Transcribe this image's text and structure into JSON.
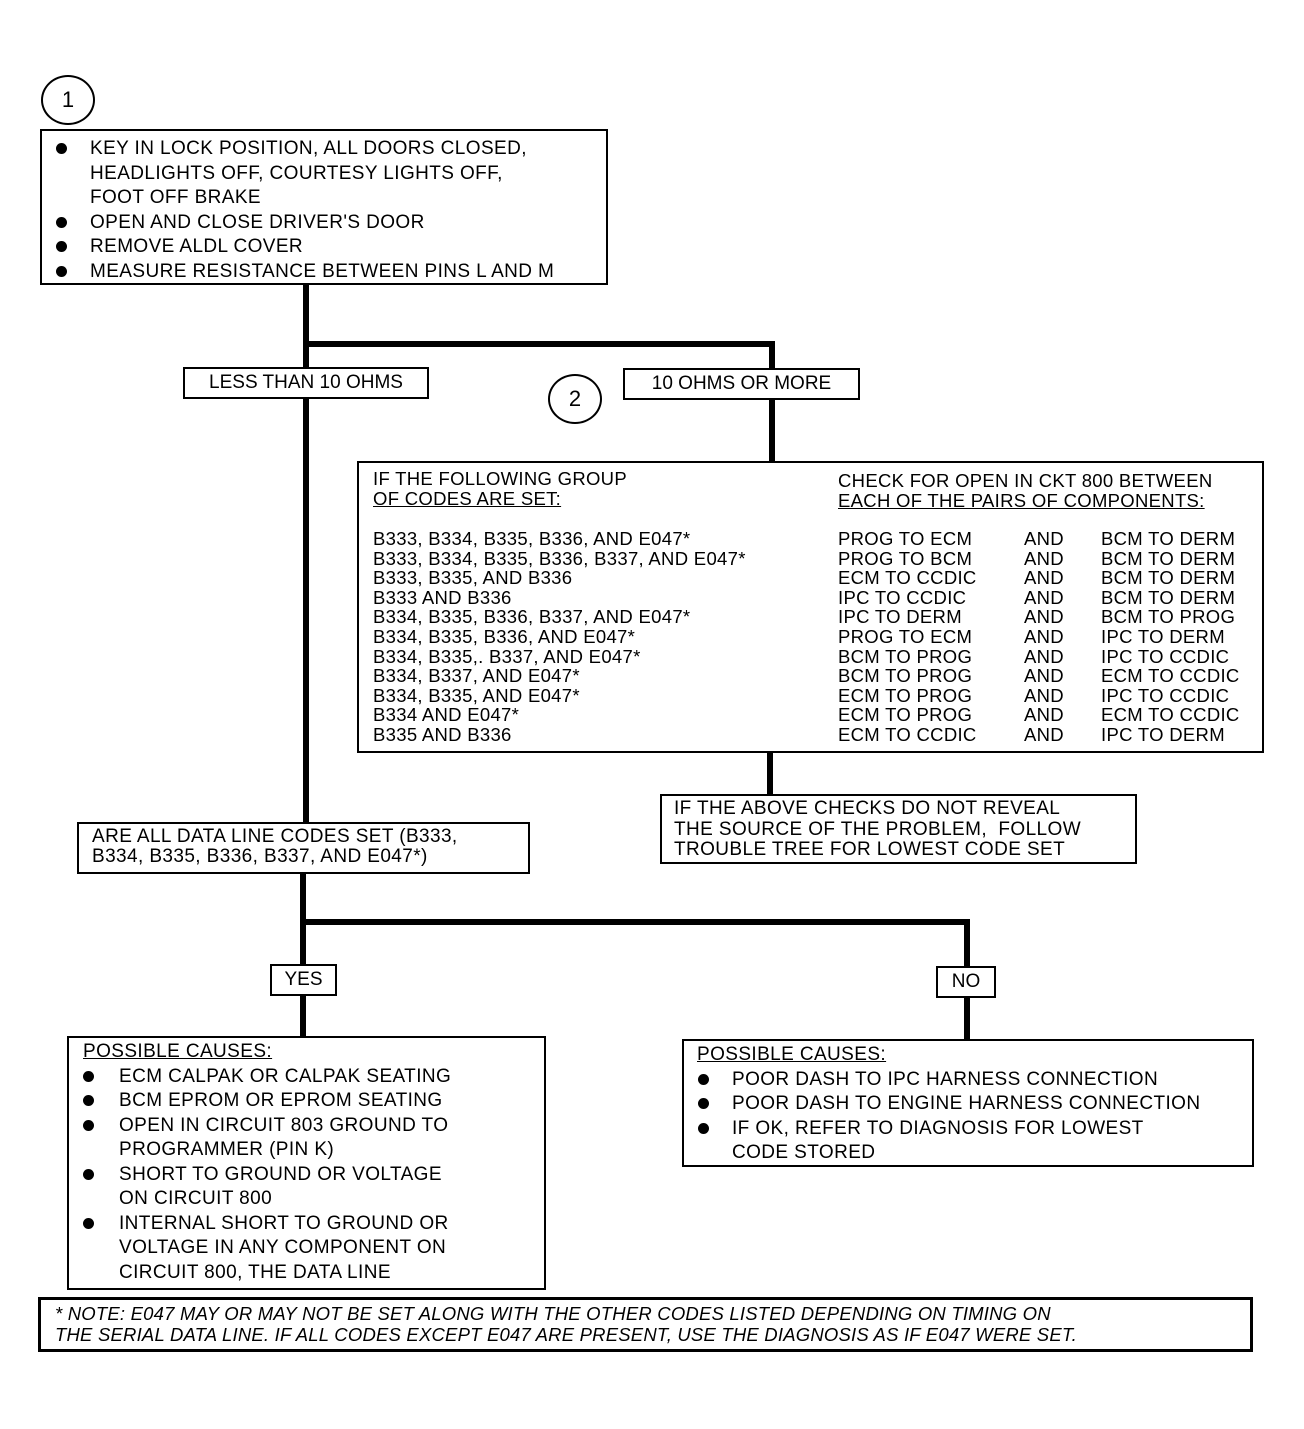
{
  "step1": {
    "number": "1",
    "items": [
      "KEY IN LOCK POSITION, ALL DOORS CLOSED,\nHEADLIGHTS OFF, COURTESY LIGHTS OFF,\nFOOT OFF BRAKE",
      "OPEN AND CLOSE DRIVER'S DOOR",
      "REMOVE ALDL COVER",
      "MEASURE RESISTANCE BETWEEN PINS L AND M"
    ]
  },
  "branch_less": {
    "label": "LESS THAN 10 OHMS"
  },
  "branch_more": {
    "label": "10 OHMS OR MORE",
    "step_number": "2"
  },
  "codes_table": {
    "header_left": [
      "IF THE FOLLOWING GROUP",
      "OF CODES ARE SET:"
    ],
    "header_right": [
      "CHECK FOR OPEN IN CKT 800 BETWEEN",
      "EACH OF THE PAIRS OF COMPONENTS:"
    ],
    "rows": [
      {
        "codes": "B333, B334, B335, B336, AND E047*",
        "pair1": "PROG TO ECM",
        "conj": "AND",
        "pair2": "BCM TO DERM"
      },
      {
        "codes": "B333, B334, B335, B336, B337, AND E047*",
        "pair1": "PROG TO BCM",
        "conj": "AND",
        "pair2": "BCM TO DERM"
      },
      {
        "codes": "B333, B335, AND B336",
        "pair1": "ECM TO CCDIC",
        "conj": "AND",
        "pair2": "BCM TO DERM"
      },
      {
        "codes": "B333 AND B336",
        "pair1": "IPC TO CCDIC",
        "conj": "AND",
        "pair2": "BCM TO DERM"
      },
      {
        "codes": "B334, B335, B336, B337, AND E047*",
        "pair1": "IPC TO DERM",
        "conj": "AND",
        "pair2": "BCM TO PROG"
      },
      {
        "codes": "B334, B335, B336, AND E047*",
        "pair1": "PROG TO ECM",
        "conj": "AND",
        "pair2": "IPC TO DERM"
      },
      {
        "codes": "B334, B335,. B337, AND E047*",
        "pair1": "BCM TO PROG",
        "conj": "AND",
        "pair2": "IPC TO CCDIC"
      },
      {
        "codes": "B334, B337, AND E047*",
        "pair1": "BCM TO PROG",
        "conj": "AND",
        "pair2": "ECM TO CCDIC"
      },
      {
        "codes": "B334, B335, AND E047*",
        "pair1": "ECM TO PROG",
        "conj": "AND",
        "pair2": "IPC TO CCDIC"
      },
      {
        "codes": "B334 AND E047*",
        "pair1": "ECM TO PROG",
        "conj": "AND",
        "pair2": "ECM TO CCDIC"
      },
      {
        "codes": "B335 AND B336",
        "pair1": "ECM TO CCDIC",
        "conj": "AND",
        "pair2": "IPC TO DERM"
      }
    ]
  },
  "followup": {
    "text": "IF THE ABOVE CHECKS DO NOT REVEAL\nTHE SOURCE OF THE PROBLEM,  FOLLOW\nTROUBLE TREE FOR LOWEST CODE SET"
  },
  "question": {
    "text": "ARE ALL DATA LINE CODES SET (B333,\nB334, B335, B336, B337, AND E047*)"
  },
  "yes_branch": {
    "label": "YES",
    "title": "POSSIBLE CAUSES:",
    "items": [
      "ECM CALPAK OR CALPAK SEATING",
      "BCM EPROM OR EPROM SEATING",
      "OPEN IN CIRCUIT 803 GROUND TO\nPROGRAMMER (PIN K)",
      "SHORT TO GROUND OR VOLTAGE\nON CIRCUIT 800",
      "INTERNAL SHORT TO GROUND OR\nVOLTAGE IN ANY COMPONENT ON\nCIRCUIT 800, THE DATA LINE"
    ]
  },
  "no_branch": {
    "label": "NO",
    "title": "POSSIBLE CAUSES:",
    "items": [
      "POOR DASH TO IPC HARNESS CONNECTION",
      "POOR DASH TO ENGINE HARNESS CONNECTION",
      "IF OK, REFER TO DIAGNOSIS FOR LOWEST\nCODE STORED"
    ]
  },
  "footnote": {
    "text": "* NOTE: E047 MAY OR MAY NOT BE SET ALONG WITH THE OTHER CODES LISTED DEPENDING ON TIMING ON\nTHE SERIAL DATA LINE. IF ALL CODES EXCEPT E047 ARE PRESENT, USE THE DIAGNOSIS AS IF E047 WERE SET."
  }
}
